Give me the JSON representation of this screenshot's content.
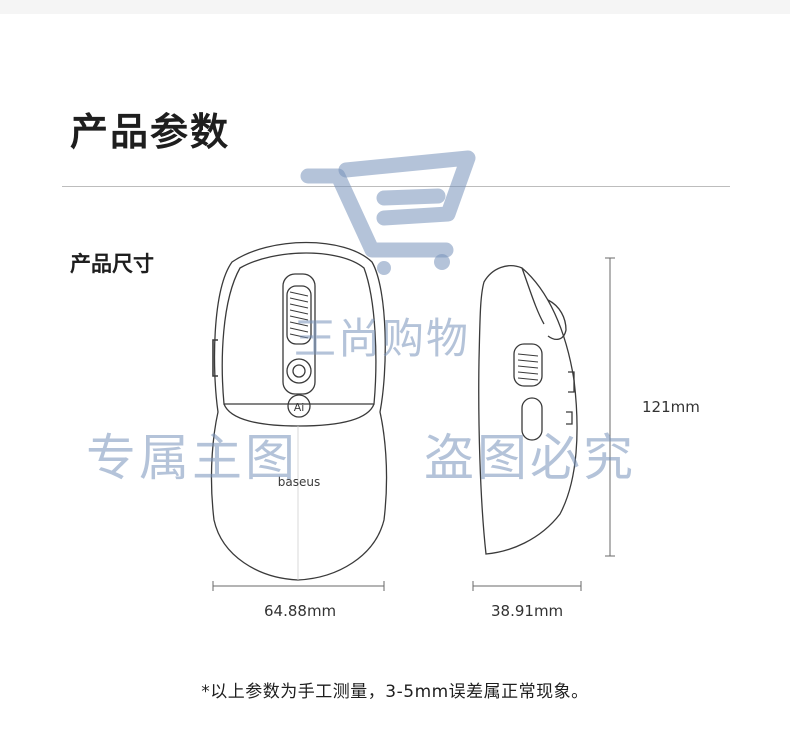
{
  "section_title": "产品参数",
  "sub_title": "产品尺寸",
  "dimensions": {
    "width": "64.88mm",
    "thickness": "38.91mm",
    "length": "121mm"
  },
  "brand_logo": "baseus",
  "ai_button_label": "Ai",
  "watermark": {
    "shop_name": "王尚购物",
    "left_text": "专属主图",
    "right_text": "盗图必究"
  },
  "footnote": "*以上参数为手工测量，3-5mm误差属正常现象。",
  "colors": {
    "line": "#3a3a3a",
    "dimension_line": "#6a6a6a",
    "watermark": "#7691ba"
  }
}
